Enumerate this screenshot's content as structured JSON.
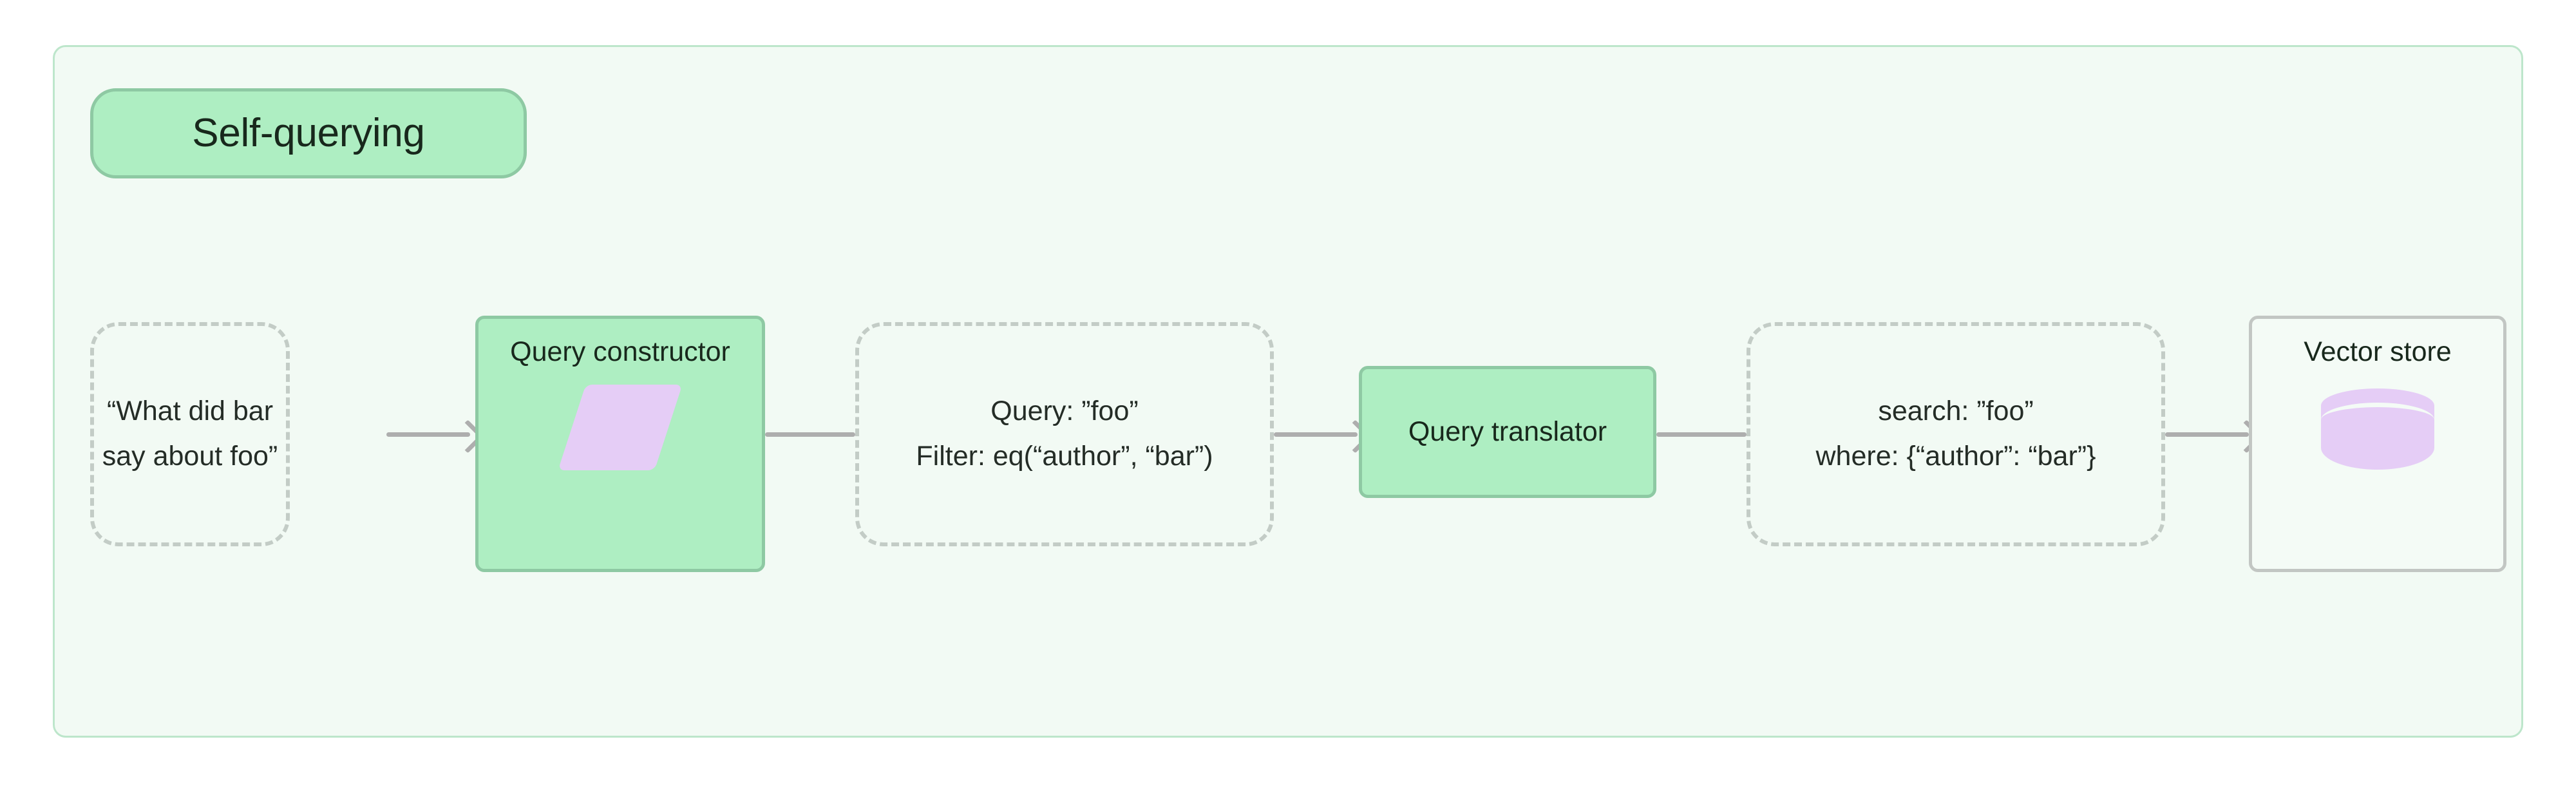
{
  "diagram": {
    "title": "Self-querying",
    "nodes": [
      {
        "id": "user-query",
        "kind": "dashed-data",
        "lines": [
          "“What did bar",
          "say about foo”"
        ]
      },
      {
        "id": "query-constructor",
        "kind": "green-process",
        "label": "Query constructor",
        "icon": "llm-parallelogram-icon"
      },
      {
        "id": "structured-query",
        "kind": "dashed-data",
        "lines": [
          "Query: ”foo”",
          "Filter: eq(“author”, “bar”)"
        ]
      },
      {
        "id": "query-translator",
        "kind": "green-process",
        "label": "Query translator"
      },
      {
        "id": "native-query",
        "kind": "dashed-data",
        "lines": [
          "search: ”foo”",
          "where: {“author”: “bar”}"
        ]
      },
      {
        "id": "vector-store",
        "kind": "store",
        "label": "Vector store",
        "icon": "database-cylinder-icon"
      }
    ],
    "colors": {
      "container_fill": "#f2faf4",
      "container_border": "#bde6cb",
      "process_fill": "#aeeec2",
      "process_border": "#8ec9a3",
      "dashed_border": "#c3ccc6",
      "store_border": "#c2c6c3",
      "icon_purple": "#e5cdf6",
      "edge": "#aeaeae",
      "text": "#18281c"
    }
  }
}
